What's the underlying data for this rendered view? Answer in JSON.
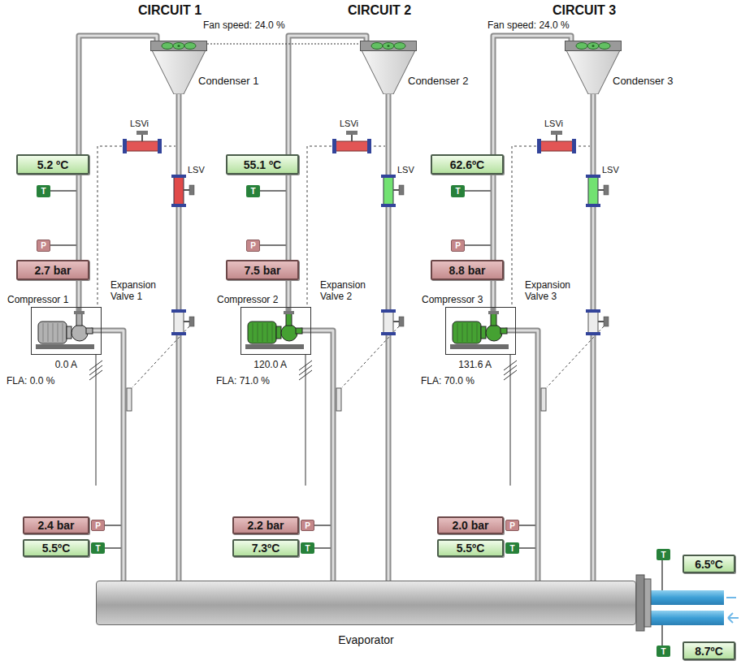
{
  "diagram": {
    "nodes": [
      {
        "text": [
          "Condenser 1"
        ]
      },
      {
        "text": [
          "5.2 ºC"
        ]
      },
      {
        "text": [
          "T"
        ]
      },
      {
        "text": [
          "P"
        ]
      },
      {
        "text": [
          "2.7 bar"
        ]
      },
      {
        "text": [
          "Compressor 1"
        ]
      },
      {
        "text": [
          "2.4 bar"
        ]
      },
      {
        "text": [
          "P"
        ]
      },
      {
        "text": [
          "5.5ºC"
        ]
      },
      {
        "text": [
          "T"
        ]
      },
      {
        "text": [
          "Condenser 2"
        ]
      },
      {
        "text": [
          "55.1 ºC"
        ]
      },
      {
        "text": [
          "T"
        ]
      },
      {
        "text": [
          "P"
        ]
      },
      {
        "text": [
          "7.5 bar"
        ]
      },
      {
        "text": [
          "Compressor 2"
        ]
      },
      {
        "text": [
          "2.2 bar"
        ]
      },
      {
        "text": [
          "P"
        ]
      },
      {
        "text": [
          "7.3ºC"
        ]
      },
      {
        "text": [
          "T"
        ]
      },
      {
        "text": [
          "Condenser 3"
        ]
      },
      {
        "text": [
          "62.6ºC"
        ]
      },
      {
        "text": [
          "T"
        ]
      },
      {
        "text": [
          "P"
        ]
      },
      {
        "text": [
          "8.8 bar"
        ]
      },
      {
        "text": [
          "Compressor 3"
        ]
      },
      {
        "text": [
          "2.0 bar"
        ]
      },
      {
        "text": [
          "P"
        ]
      },
      {
        "text": [
          "5.5ºC"
        ]
      },
      {
        "text": [
          "T"
        ]
      },
      {
        "text": [
          "Evaporator"
        ]
      },
      {
        "text": [
          "6.5ºC"
        ]
      },
      {
        "text": [
          "T"
        ]
      },
      {
        "text": [
          "8.7ºC"
        ]
      },
      {
        "text": [
          "T"
        ]
      }
    ],
    "edges": [
      {
        "from": 5,
        "to": 0,
        "arrow": "none"
      },
      {
        "from": 0,
        "to": 30,
        "arrow": "none"
      },
      {
        "from": 30,
        "to": 5,
        "arrow": "none"
      },
      {
        "from": 15,
        "to": 10,
        "arrow": "none"
      },
      {
        "from": 10,
        "to": 30,
        "arrow": "none"
      },
      {
        "from": 30,
        "to": 15,
        "arrow": "none"
      },
      {
        "from": 25,
        "to": 20,
        "arrow": "none"
      },
      {
        "from": 20,
        "to": 30,
        "arrow": "none"
      },
      {
        "from": 30,
        "to": 25,
        "arrow": "none"
      }
    ],
    "labels": [
      "CIRCUIT 1",
      "CIRCUIT 2",
      "CIRCUIT 3",
      "Fan speed: 24.0 %",
      "Fan speed: 24.0 %",
      "LSVi",
      "LSV",
      "Expansion Valve 1",
      "0.0 A",
      "FLA: 0.0 %",
      "LSVi",
      "LSV",
      "Expansion Valve 2",
      "120.0 A",
      "FLA: 71.0 %",
      "LSVi",
      "LSV",
      "Expansion Valve 3",
      "131.6 A",
      "FLA: 70.0 %"
    ]
  }
}
